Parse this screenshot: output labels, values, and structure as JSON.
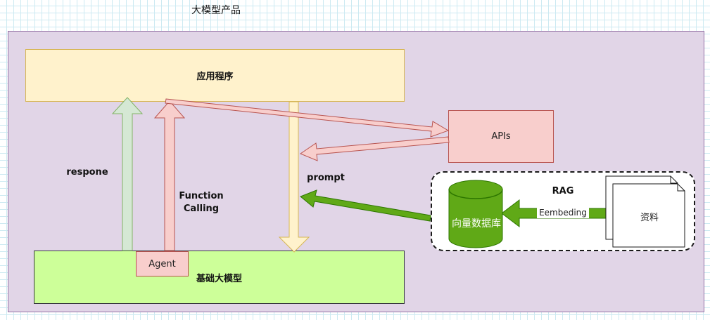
{
  "diagram": {
    "title": "大模型产品",
    "nodes": {
      "app": "应用程序",
      "base_model": "基础大模型",
      "agent": "Agent",
      "apis": "APIs",
      "rag": "RAG",
      "vector_db": "向量数据库",
      "documents": "资料"
    },
    "edges": {
      "response": "respone",
      "function_calling": "Function Calling",
      "prompt": "prompt",
      "embedding": "Eembeding"
    },
    "colors": {
      "container_fill": "#e1d5e7",
      "app_fill": "#fff2cc",
      "model_fill": "#cdff99",
      "pink_fill": "#f8cecc",
      "green_arrow": "#60a917",
      "response_arrow": "#d5e8d4",
      "prompt_arrow": "#fff2cc"
    }
  }
}
